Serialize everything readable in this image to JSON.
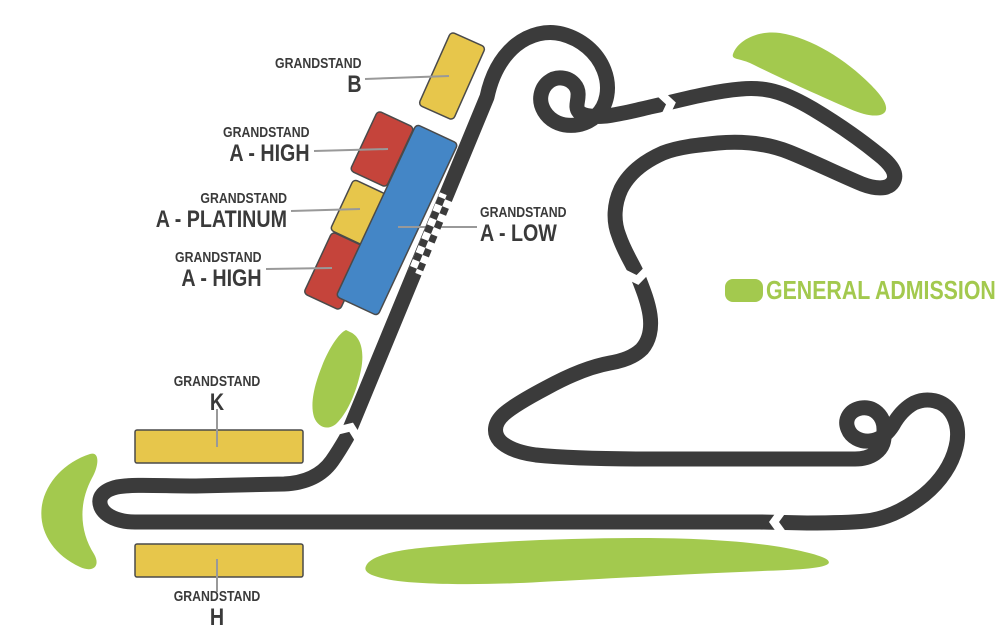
{
  "colors": {
    "track": "#3b3b3b",
    "stand_yellow": "#e7c64b",
    "stand_red": "#c5443b",
    "stand_blue": "#4486c6",
    "admission_green": "#a3c94e",
    "label_text": "#3a3a3a",
    "leader_line": "#999999"
  },
  "stands": [
    {
      "key": "b",
      "word": "GRANDSTAND",
      "name": "B",
      "tier_color": "#e7c64b"
    },
    {
      "key": "a-high-upper",
      "word": "GRANDSTAND",
      "name": "A - HIGH",
      "tier_color": "#c5443b"
    },
    {
      "key": "a-platinum",
      "word": "GRANDSTAND",
      "name": "A - PLATINUM",
      "tier_color": "#e7c64b"
    },
    {
      "key": "a-high-lower",
      "word": "GRANDSTAND",
      "name": "A - HIGH",
      "tier_color": "#c5443b"
    },
    {
      "key": "a-low",
      "word": "GRANDSTAND",
      "name": "A - LOW",
      "tier_color": "#4486c6"
    },
    {
      "key": "k",
      "word": "GRANDSTAND",
      "name": "K",
      "tier_color": "#e7c64b"
    },
    {
      "key": "h",
      "word": "GRANDSTAND",
      "name": "H",
      "tier_color": "#e7c64b"
    }
  ],
  "legend": {
    "label": "GENERAL ADMISSION"
  }
}
